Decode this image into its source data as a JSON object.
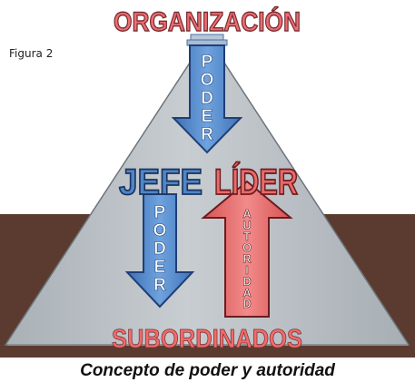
{
  "figure_label": "Figura 2",
  "top_label": "ORGANIZACIÓN",
  "bottom_label": "SUBORDINADOS",
  "left_center_label": "JEFE",
  "right_center_label": "LÍDER",
  "arrow_top_text": [
    "P",
    "O",
    "D",
    "E",
    "R"
  ],
  "arrow_left_text": [
    "P",
    "O",
    "D",
    "E",
    "R"
  ],
  "arrow_right_text": [
    "A",
    "U",
    "T",
    "O",
    "R",
    "I",
    "D",
    "A",
    "D"
  ],
  "caption": "Concepto de poder y autoridad",
  "colors": {
    "ground": "#5a3a2e",
    "pyramid": "#b7bdc3",
    "pyramid_edge": "#6f767c",
    "blue": "#4f86c6",
    "blue_dark": "#23498a",
    "red": "#e86a6a",
    "red_dark": "#7a1f22",
    "salmon": "#f06b6b"
  }
}
